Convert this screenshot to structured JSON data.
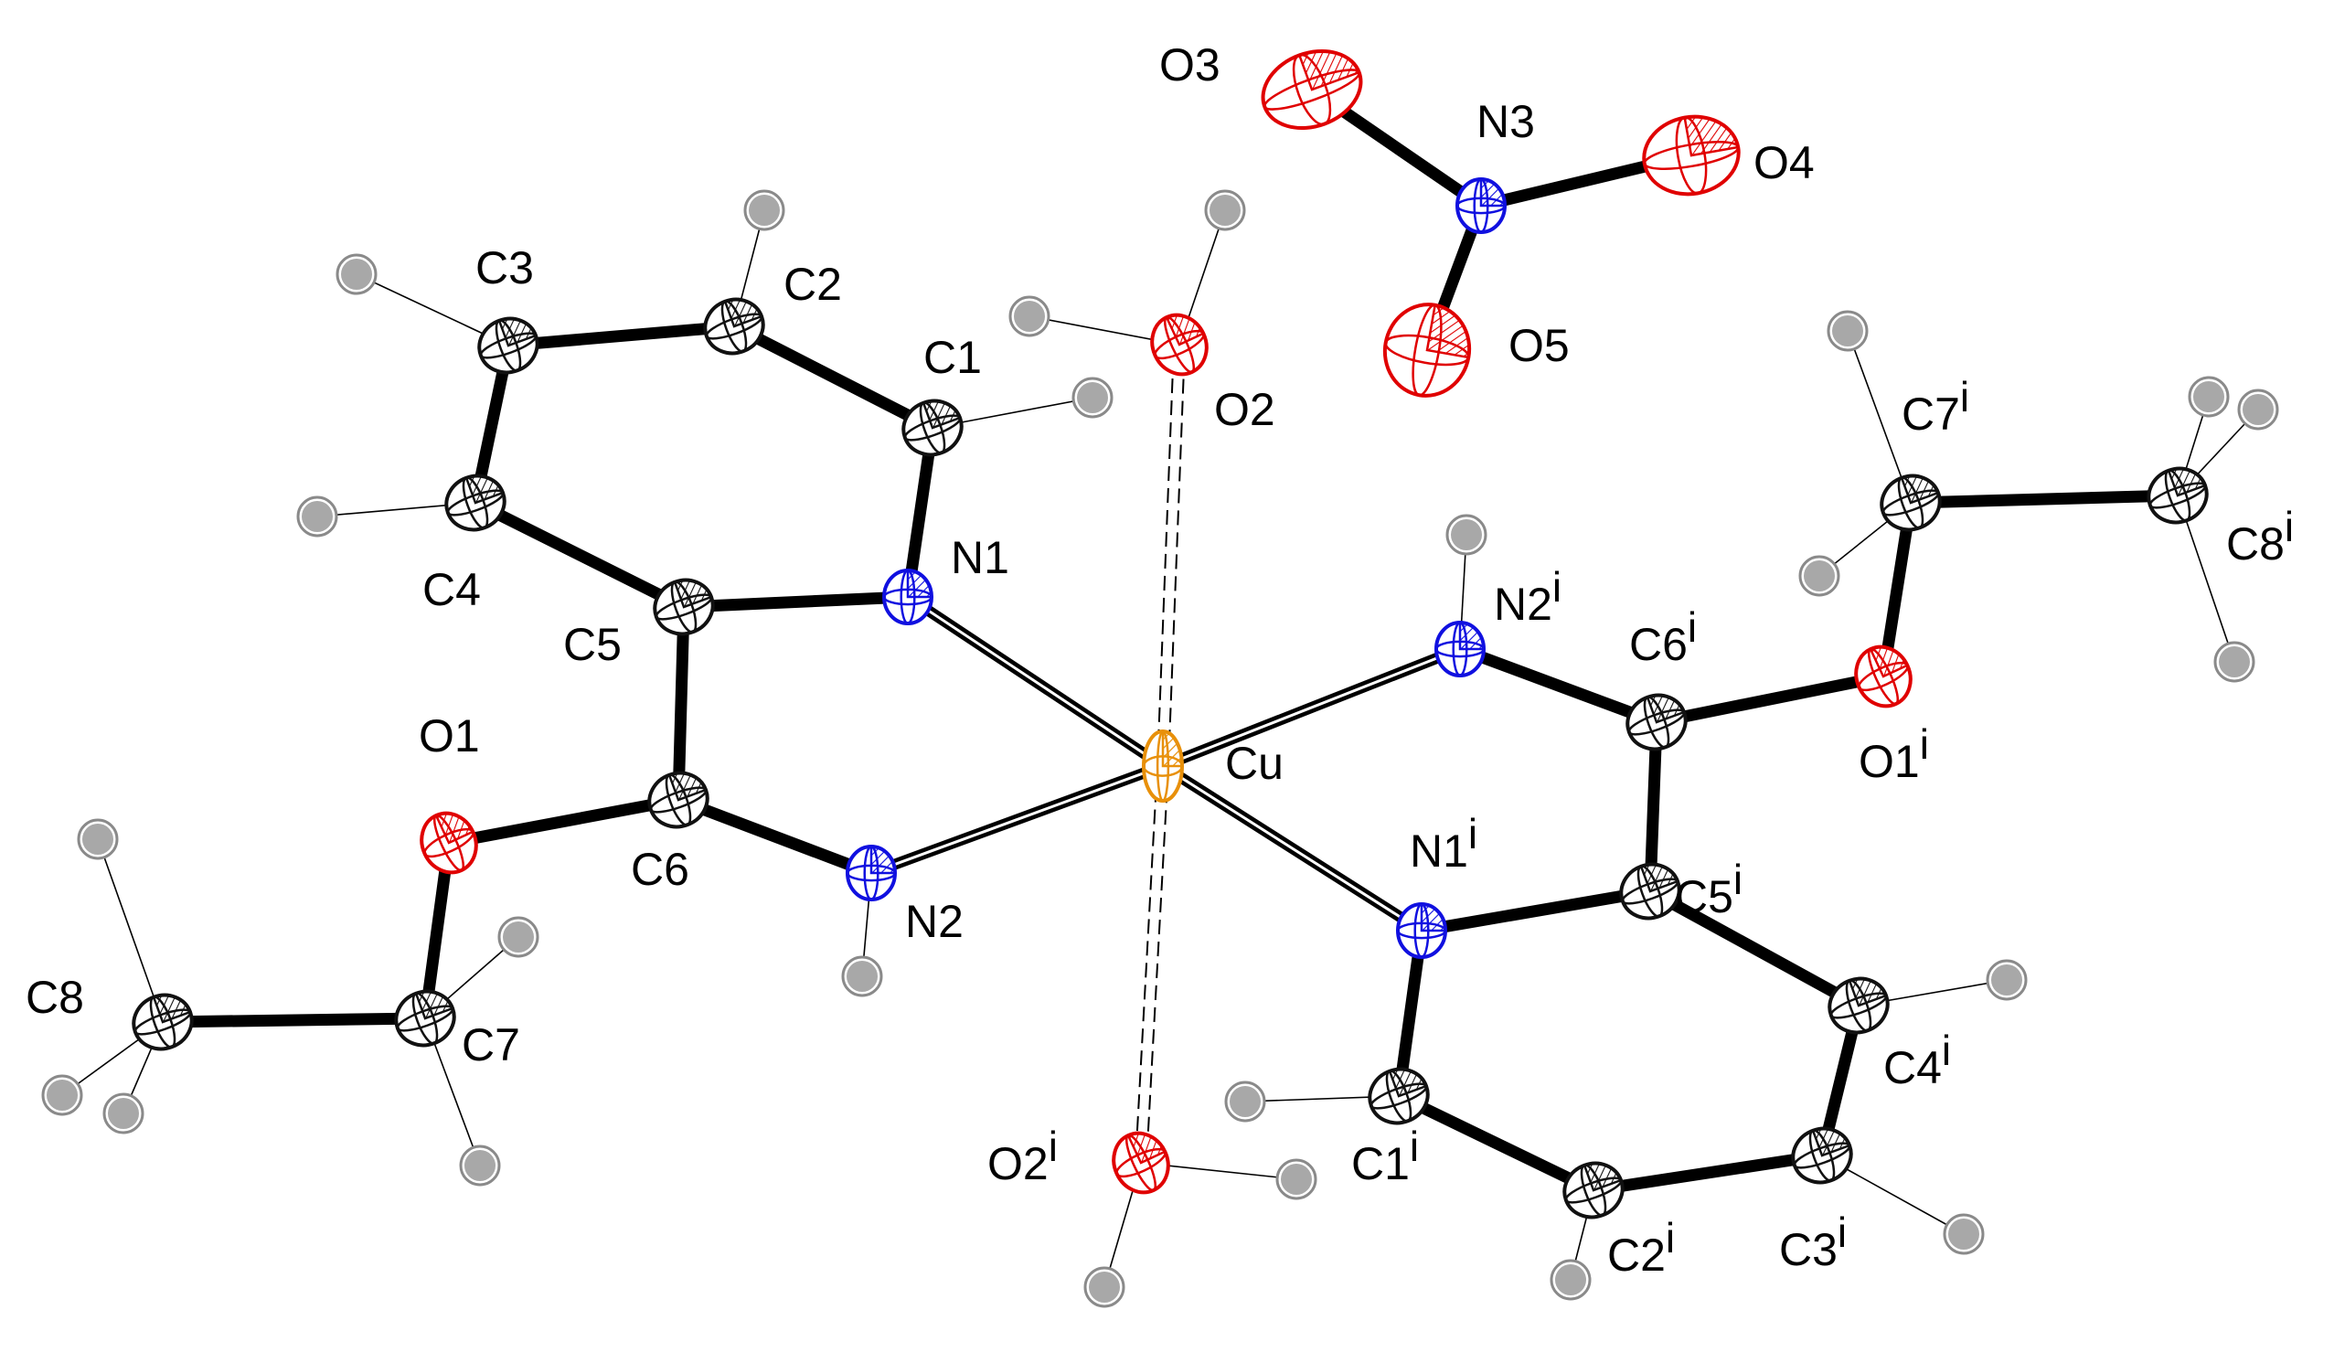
{
  "colors": {
    "carbon": "#111111",
    "nitrogen": "#1010e0",
    "oxygen": "#e00000",
    "copper": "#e8900a",
    "hydrogen": "#8a8a8a",
    "bond": "#000000",
    "background": "#ffffff"
  },
  "atoms": [
    {
      "id": "Cu",
      "element": "Cu",
      "label": "Cu",
      "sup": ""
    },
    {
      "id": "N1",
      "element": "N",
      "label": "N1",
      "sup": ""
    },
    {
      "id": "N2",
      "element": "N",
      "label": "N2",
      "sup": ""
    },
    {
      "id": "N1i",
      "element": "N",
      "label": "N1",
      "sup": "i"
    },
    {
      "id": "N2i",
      "element": "N",
      "label": "N2",
      "sup": "i"
    },
    {
      "id": "C1",
      "element": "C",
      "label": "C1",
      "sup": ""
    },
    {
      "id": "C2",
      "element": "C",
      "label": "C2",
      "sup": ""
    },
    {
      "id": "C3",
      "element": "C",
      "label": "C3",
      "sup": ""
    },
    {
      "id": "C4",
      "element": "C",
      "label": "C4",
      "sup": ""
    },
    {
      "id": "C5",
      "element": "C",
      "label": "C5",
      "sup": ""
    },
    {
      "id": "C6",
      "element": "C",
      "label": "C6",
      "sup": ""
    },
    {
      "id": "O1",
      "element": "O",
      "label": "O1",
      "sup": ""
    },
    {
      "id": "C7",
      "element": "C",
      "label": "C7",
      "sup": ""
    },
    {
      "id": "C8",
      "element": "C",
      "label": "C8",
      "sup": ""
    },
    {
      "id": "C1i",
      "element": "C",
      "label": "C1",
      "sup": "i"
    },
    {
      "id": "C2i",
      "element": "C",
      "label": "C2",
      "sup": "i"
    },
    {
      "id": "C3i",
      "element": "C",
      "label": "C3",
      "sup": "i"
    },
    {
      "id": "C4i",
      "element": "C",
      "label": "C4",
      "sup": "i"
    },
    {
      "id": "C5i",
      "element": "C",
      "label": "C5",
      "sup": "i"
    },
    {
      "id": "C6i",
      "element": "C",
      "label": "C6",
      "sup": "i"
    },
    {
      "id": "O1i",
      "element": "O",
      "label": "O1",
      "sup": "i"
    },
    {
      "id": "C7i",
      "element": "C",
      "label": "C7",
      "sup": "i"
    },
    {
      "id": "C8i",
      "element": "C",
      "label": "C8",
      "sup": "i"
    },
    {
      "id": "O2",
      "element": "O",
      "label": "O2",
      "sup": ""
    },
    {
      "id": "O2i",
      "element": "O",
      "label": "O2",
      "sup": "i"
    },
    {
      "id": "N3",
      "element": "N",
      "label": "N3",
      "sup": ""
    },
    {
      "id": "O3",
      "element": "O",
      "label": "O3",
      "sup": ""
    },
    {
      "id": "O4",
      "element": "O",
      "label": "O4",
      "sup": ""
    },
    {
      "id": "O5",
      "element": "O",
      "label": "O5",
      "sup": ""
    }
  ],
  "bonds": [
    [
      "Cu",
      "N1"
    ],
    [
      "Cu",
      "N2"
    ],
    [
      "Cu",
      "N1i"
    ],
    [
      "Cu",
      "N2i"
    ],
    [
      "N1",
      "C1"
    ],
    [
      "C1",
      "C2"
    ],
    [
      "C2",
      "C3"
    ],
    [
      "C3",
      "C4"
    ],
    [
      "C4",
      "C5"
    ],
    [
      "C5",
      "N1"
    ],
    [
      "C5",
      "C6"
    ],
    [
      "C6",
      "N2"
    ],
    [
      "C6",
      "O1"
    ],
    [
      "O1",
      "C7"
    ],
    [
      "C7",
      "C8"
    ],
    [
      "N1i",
      "C1i"
    ],
    [
      "C1i",
      "C2i"
    ],
    [
      "C2i",
      "C3i"
    ],
    [
      "C3i",
      "C4i"
    ],
    [
      "C4i",
      "C5i"
    ],
    [
      "C5i",
      "N1i"
    ],
    [
      "C5i",
      "C6i"
    ],
    [
      "C6i",
      "N2i"
    ],
    [
      "C6i",
      "O1i"
    ],
    [
      "O1i",
      "C7i"
    ],
    [
      "C7i",
      "C8i"
    ],
    [
      "N3",
      "O3"
    ],
    [
      "N3",
      "O4"
    ],
    [
      "N3",
      "O5"
    ]
  ],
  "contacts": [
    [
      "Cu",
      "O2"
    ],
    [
      "Cu",
      "O2i"
    ]
  ],
  "hydrogen_parents": [
    "C1",
    "C2",
    "C3",
    "C4",
    "N2",
    "C7",
    "C7",
    "C8",
    "C8",
    "C8",
    "O2",
    "O2",
    "C1i",
    "C2i",
    "C3i",
    "C4i",
    "N2i",
    "C7i",
    "C7i",
    "C8i",
    "C8i",
    "C8i",
    "O2i",
    "O2i"
  ]
}
